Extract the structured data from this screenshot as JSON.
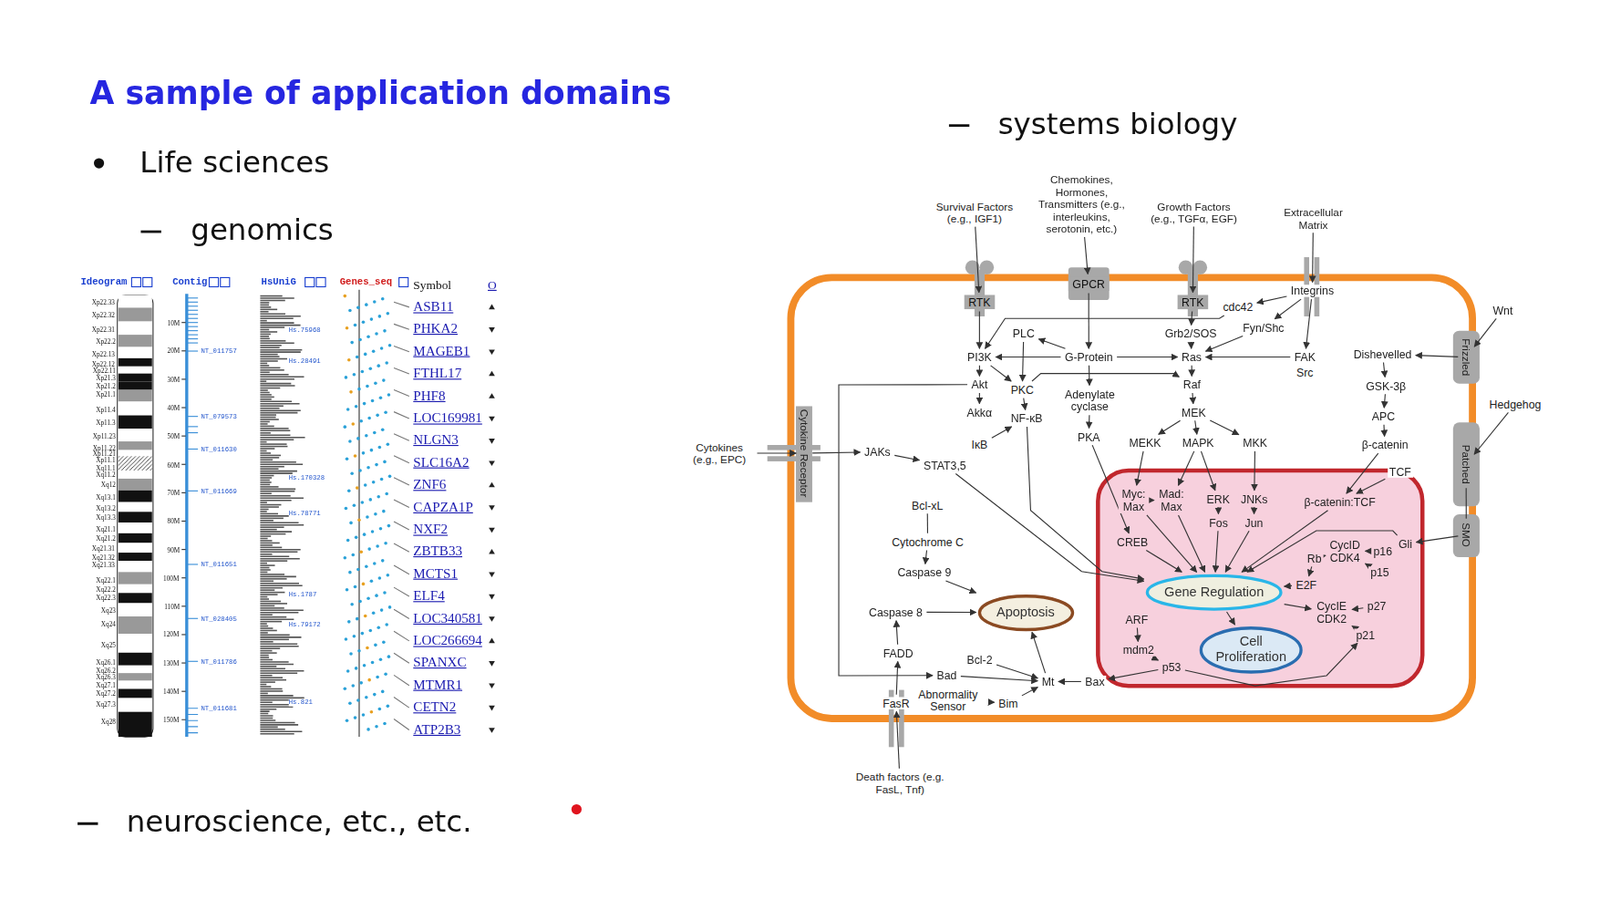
{
  "diagram": {
    "title": "A sample of application domains",
    "nodes": [
      {
        "text": [
          "Survival Factors (e.g., IGF1)"
        ]
      },
      {
        "text": [
          "Chemokines, Hormones, Transmitters (e.g., interleukins, serotonin, etc.)"
        ]
      },
      {
        "text": [
          "Growth Factors (e.g., TGFα, EGF)"
        ]
      },
      {
        "text": [
          "Extracellular Matrix"
        ]
      },
      {
        "text": [
          "RTK"
        ]
      },
      {
        "text": [
          "GPCR"
        ]
      },
      {
        "text": [
          "RTK"
        ]
      },
      {
        "text": [
          "Integrins"
        ]
      },
      {
        "text": [
          "Wnt"
        ]
      },
      {
        "text": [
          "Frizzled"
        ]
      },
      {
        "text": [
          "Hedgehog"
        ]
      },
      {
        "text": [
          "Patched"
        ]
      },
      {
        "text": [
          "SMO"
        ]
      },
      {
        "text": [
          "Cytokines (e.g., EPC)"
        ]
      },
      {
        "text": [
          "Cytokine Receptor"
        ]
      },
      {
        "text": [
          "cdc42"
        ]
      },
      {
        "text": [
          "Fyn/Shc"
        ]
      },
      {
        "text": [
          "Grb2/SOS"
        ]
      },
      {
        "text": [
          "PLC"
        ]
      },
      {
        "text": [
          "G-Protein"
        ]
      },
      {
        "text": [
          "Ras"
        ]
      },
      {
        "text": [
          "FAK"
        ]
      },
      {
        "text": [
          "Dishevelled"
        ]
      },
      {
        "text": [
          "PI3K"
        ]
      },
      {
        "text": [
          "PKC"
        ]
      },
      {
        "text": [
          "Adenylate cyclase"
        ]
      },
      {
        "text": [
          "Raf"
        ]
      },
      {
        "text": [
          "GSK-3β"
        ]
      },
      {
        "text": [
          "Akt"
        ]
      },
      {
        "text": [
          "Akkα"
        ]
      },
      {
        "text": [
          "NF-κB"
        ]
      },
      {
        "text": [
          "MEK"
        ]
      },
      {
        "text": [
          "APC"
        ]
      },
      {
        "text": [
          "IκB"
        ]
      },
      {
        "text": [
          "PKA"
        ]
      },
      {
        "text": [
          "MEKK"
        ]
      },
      {
        "text": [
          "MAPK"
        ]
      },
      {
        "text": [
          "MKK"
        ]
      },
      {
        "text": [
          "β-catenin"
        ]
      },
      {
        "text": [
          "JAKs"
        ]
      },
      {
        "text": [
          "STAT3,5"
        ]
      },
      {
        "text": [
          "TCF"
        ]
      },
      {
        "text": [
          "Bcl-xL"
        ]
      },
      {
        "text": [
          "Myc: Max"
        ]
      },
      {
        "text": [
          "Mad: Max"
        ]
      },
      {
        "text": [
          "ERK"
        ]
      },
      {
        "text": [
          "JNKs"
        ]
      },
      {
        "text": [
          "β-catenin:TCF"
        ]
      },
      {
        "text": [
          "Fos"
        ]
      },
      {
        "text": [
          "Jun"
        ]
      },
      {
        "text": [
          "Cytochrome C"
        ]
      },
      {
        "text": [
          "CREB"
        ]
      },
      {
        "text": [
          "CycID CDK4"
        ]
      },
      {
        "text": [
          "p16"
        ]
      },
      {
        "text": [
          "Rb"
        ]
      },
      {
        "text": [
          "Gli"
        ]
      },
      {
        "text": [
          "p15"
        ]
      },
      {
        "text": [
          "Caspase 9"
        ]
      },
      {
        "text": [
          "Gene Regulation"
        ]
      },
      {
        "text": [
          "E2F"
        ]
      },
      {
        "text": [
          "Apoptosis"
        ]
      },
      {
        "text": [
          "Caspase 8"
        ]
      },
      {
        "text": [
          "ARF"
        ]
      },
      {
        "text": [
          "CycIE CDK2"
        ]
      },
      {
        "text": [
          "p27"
        ]
      },
      {
        "text": [
          "Cell Proliferation"
        ]
      },
      {
        "text": [
          "mdm2"
        ]
      },
      {
        "text": [
          "p21"
        ]
      },
      {
        "text": [
          "Bcl-2"
        ]
      },
      {
        "text": [
          "FADD"
        ]
      },
      {
        "text": [
          "p53"
        ]
      },
      {
        "text": [
          "Bad"
        ]
      },
      {
        "text": [
          "Mt"
        ]
      },
      {
        "text": [
          "Bax"
        ]
      },
      {
        "text": [
          "Abnormality Sensor"
        ]
      },
      {
        "text": [
          "Bim"
        ]
      },
      {
        "text": [
          "FasR"
        ]
      },
      {
        "text": [
          "Death factors (e.g. FasL, Tnf)"
        ]
      }
    ],
    "edges": [
      {
        "from": 0,
        "to": 4,
        "arrow": "to"
      },
      {
        "from": 1,
        "to": 5,
        "arrow": "to"
      },
      {
        "from": 2,
        "to": 6,
        "arrow": "to"
      },
      {
        "from": 3,
        "to": 7,
        "arrow": "to"
      },
      {
        "from": 8,
        "to": 9,
        "arrow": "to"
      },
      {
        "from": 10,
        "to": 11,
        "arrow": "to"
      },
      {
        "from": 11,
        "to": 12,
        "arrow": "none"
      },
      {
        "from": 13,
        "to": 14,
        "arrow": "to"
      },
      {
        "from": 77,
        "to": 76,
        "arrow": "to"
      },
      {
        "from": 4,
        "to": 23,
        "arrow": "to"
      },
      {
        "from": 5,
        "to": 19,
        "arrow": "to"
      },
      {
        "from": 6,
        "to": 17,
        "arrow": "to"
      },
      {
        "from": 17,
        "to": 20,
        "arrow": "to"
      },
      {
        "from": 7,
        "to": 15,
        "arrow": "to"
      },
      {
        "from": 7,
        "to": 16,
        "arrow": "to"
      },
      {
        "from": 7,
        "to": 21,
        "arrow": "to"
      },
      {
        "from": 16,
        "to": 20,
        "arrow": "to"
      },
      {
        "from": 21,
        "to": 20,
        "arrow": "to"
      },
      {
        "from": 15,
        "to": 23,
        "arrow": "to"
      },
      {
        "from": 19,
        "to": 18,
        "arrow": "to"
      },
      {
        "from": 18,
        "to": 24,
        "arrow": "to"
      },
      {
        "from": 19,
        "to": 23,
        "arrow": "to"
      },
      {
        "from": 19,
        "to": 20,
        "arrow": "to"
      },
      {
        "from": 19,
        "to": 25,
        "arrow": "to"
      },
      {
        "from": 23,
        "to": 24,
        "arrow": "to"
      },
      {
        "from": 23,
        "to": 28,
        "arrow": "to"
      },
      {
        "from": 28,
        "to": 29,
        "arrow": "to"
      },
      {
        "from": 24,
        "to": 30,
        "arrow": "to"
      },
      {
        "from": 33,
        "to": 30,
        "arrow": "to"
      },
      {
        "from": 24,
        "to": 26,
        "arrow": "to"
      },
      {
        "from": 20,
        "to": 26,
        "arrow": "to"
      },
      {
        "from": 25,
        "to": 34,
        "arrow": "to"
      },
      {
        "from": 26,
        "to": 31,
        "arrow": "to"
      },
      {
        "from": 31,
        "to": 35,
        "arrow": "to"
      },
      {
        "from": 31,
        "to": 36,
        "arrow": "to"
      },
      {
        "from": 31,
        "to": 37,
        "arrow": "to"
      },
      {
        "from": 35,
        "to": 43,
        "arrow": "to"
      },
      {
        "from": 36,
        "to": 44,
        "arrow": "to"
      },
      {
        "from": 36,
        "to": 45,
        "arrow": "to"
      },
      {
        "from": 37,
        "to": 46,
        "arrow": "to"
      },
      {
        "from": 45,
        "to": 48,
        "arrow": "to"
      },
      {
        "from": 46,
        "to": 49,
        "arrow": "to"
      },
      {
        "from": 43,
        "to": 44,
        "arrow": "to"
      },
      {
        "from": 34,
        "to": 51,
        "arrow": "to"
      },
      {
        "from": 9,
        "to": 22,
        "arrow": "to"
      },
      {
        "from": 22,
        "to": 27,
        "arrow": "to"
      },
      {
        "from": 27,
        "to": 32,
        "arrow": "to"
      },
      {
        "from": 32,
        "to": 38,
        "arrow": "to"
      },
      {
        "from": 38,
        "to": 47,
        "arrow": "to"
      },
      {
        "from": 41,
        "to": 47,
        "arrow": "to"
      },
      {
        "from": 12,
        "to": 55,
        "arrow": "to"
      },
      {
        "from": 14,
        "to": 39,
        "arrow": "to"
      },
      {
        "from": 39,
        "to": 40,
        "arrow": "to"
      },
      {
        "from": 40,
        "to": 58,
        "arrow": "to"
      },
      {
        "from": 42,
        "to": 50,
        "arrow": "none"
      },
      {
        "from": 50,
        "to": 57,
        "arrow": "to"
      },
      {
        "from": 57,
        "to": 60,
        "arrow": "to"
      },
      {
        "from": 61,
        "to": 60,
        "arrow": "to"
      },
      {
        "from": 69,
        "to": 61,
        "arrow": "to"
      },
      {
        "from": 76,
        "to": 69,
        "arrow": "to"
      },
      {
        "from": 68,
        "to": 72,
        "arrow": "to"
      },
      {
        "from": 72,
        "to": 60,
        "arrow": "to"
      },
      {
        "from": 71,
        "to": 72,
        "arrow": "to"
      },
      {
        "from": 73,
        "to": 72,
        "arrow": "to"
      },
      {
        "from": 75,
        "to": 72,
        "arrow": "to"
      },
      {
        "from": 74,
        "to": 75,
        "arrow": "to"
      },
      {
        "from": 70,
        "to": 73,
        "arrow": "to"
      },
      {
        "from": 62,
        "to": 66,
        "arrow": "to"
      },
      {
        "from": 66,
        "to": 70,
        "arrow": "to"
      },
      {
        "from": 70,
        "to": 67,
        "arrow": "to"
      },
      {
        "from": 30,
        "to": 58,
        "arrow": "to"
      },
      {
        "from": 51,
        "to": 58,
        "arrow": "to"
      },
      {
        "from": 43,
        "to": 58,
        "arrow": "to"
      },
      {
        "from": 44,
        "to": 58,
        "arrow": "to"
      },
      {
        "from": 48,
        "to": 58,
        "arrow": "to"
      },
      {
        "from": 49,
        "to": 58,
        "arrow": "to"
      },
      {
        "from": 47,
        "to": 58,
        "arrow": "to"
      },
      {
        "from": 55,
        "to": 58,
        "arrow": "to"
      },
      {
        "from": 54,
        "to": 59,
        "arrow": "to"
      },
      {
        "from": 52,
        "to": 54,
        "arrow": "to"
      },
      {
        "from": 53,
        "to": 52,
        "arrow": "to"
      },
      {
        "from": 56,
        "to": 52,
        "arrow": "to"
      },
      {
        "from": 59,
        "to": 58,
        "arrow": "to"
      },
      {
        "from": 58,
        "to": 63,
        "arrow": "to"
      },
      {
        "from": 64,
        "to": 63,
        "arrow": "to"
      },
      {
        "from": 67,
        "to": 63,
        "arrow": "to"
      },
      {
        "from": 58,
        "to": 65,
        "arrow": "to"
      },
      {
        "from": 28,
        "to": 71,
        "arrow": "to"
      }
    ],
    "labels": [
      "Life sciences",
      "genomics",
      "systems biology",
      "neuroscience, etc., etc.",
      "Ideogram",
      "Contig",
      "HsUniG",
      "Genes_seq",
      "Symbol",
      "O",
      "Xp22.33",
      "Xp22.32",
      "Xp22.31",
      "Xp22.2",
      "Xp22.13",
      "Xp22.12",
      "Xp22.11",
      "Xp21.3",
      "Xp21.2",
      "Xp21.1",
      "Xp11.4",
      "Xp11.3",
      "Xp11.23",
      "Xp11.22",
      "Xp11.21",
      "Xp11.1",
      "Xq11.1",
      "Xq11.2",
      "Xq12",
      "Xq13.1",
      "Xq13.2",
      "Xq13.3",
      "Xq21.1",
      "Xq21.2",
      "Xq21.31",
      "Xq21.32",
      "Xq21.33",
      "Xq22.1",
      "Xq22.2",
      "Xq22.3",
      "Xq23",
      "Xq24",
      "Xq25",
      "Xq26.1",
      "Xq26.2",
      "Xq26.3",
      "Xq27.1",
      "Xq27.2",
      "Xq27.3",
      "Xq28",
      "10M",
      "20M",
      "30M",
      "40M",
      "50M",
      "60M",
      "70M",
      "80M",
      "90M",
      "100M",
      "110M",
      "120M",
      "130M",
      "140M",
      "150M",
      "NT_011757",
      "NT_079573",
      "NT_011630",
      "NT_011669",
      "NT_011651",
      "NT_028405",
      "NT_011786",
      "NT_011681",
      "Hs.75968",
      "Hs.28491",
      "Hs.170328",
      "Hs.78771",
      "Hs.1787",
      "Hs.79172",
      "Hs.821",
      "ASB11",
      "PHKA2",
      "MAGEB1",
      "FTHL17",
      "PHF8",
      "LOC169981",
      "NLGN3",
      "SLC16A2",
      "ZNF6",
      "CAPZA1P",
      "NXF2",
      "ZBTB33",
      "MCTS1",
      "ELF4",
      "LOC340581",
      "LOC266694",
      "SPANXC",
      "MTMR1",
      "CETN2",
      "ATP2B3",
      "Src"
    ]
  }
}
